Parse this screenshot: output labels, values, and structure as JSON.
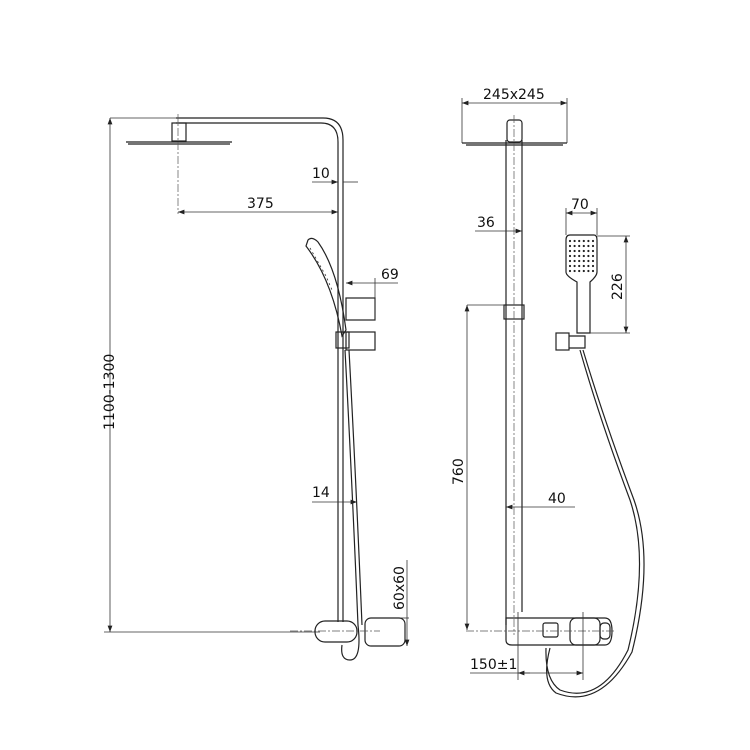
{
  "side_view": {
    "total_height": "1100-1300",
    "arm_reach": "375",
    "pipe_offset": "10",
    "bracket_depth": "69",
    "hose_offset": "14",
    "mixer_size": "60x60"
  },
  "front_view": {
    "head_size": "245x245",
    "pipe_diameter": "36",
    "rail_height": "760",
    "lower_pipe": "40",
    "hand_width": "70",
    "hand_length": "226",
    "inlet_spacing": "150±1"
  }
}
